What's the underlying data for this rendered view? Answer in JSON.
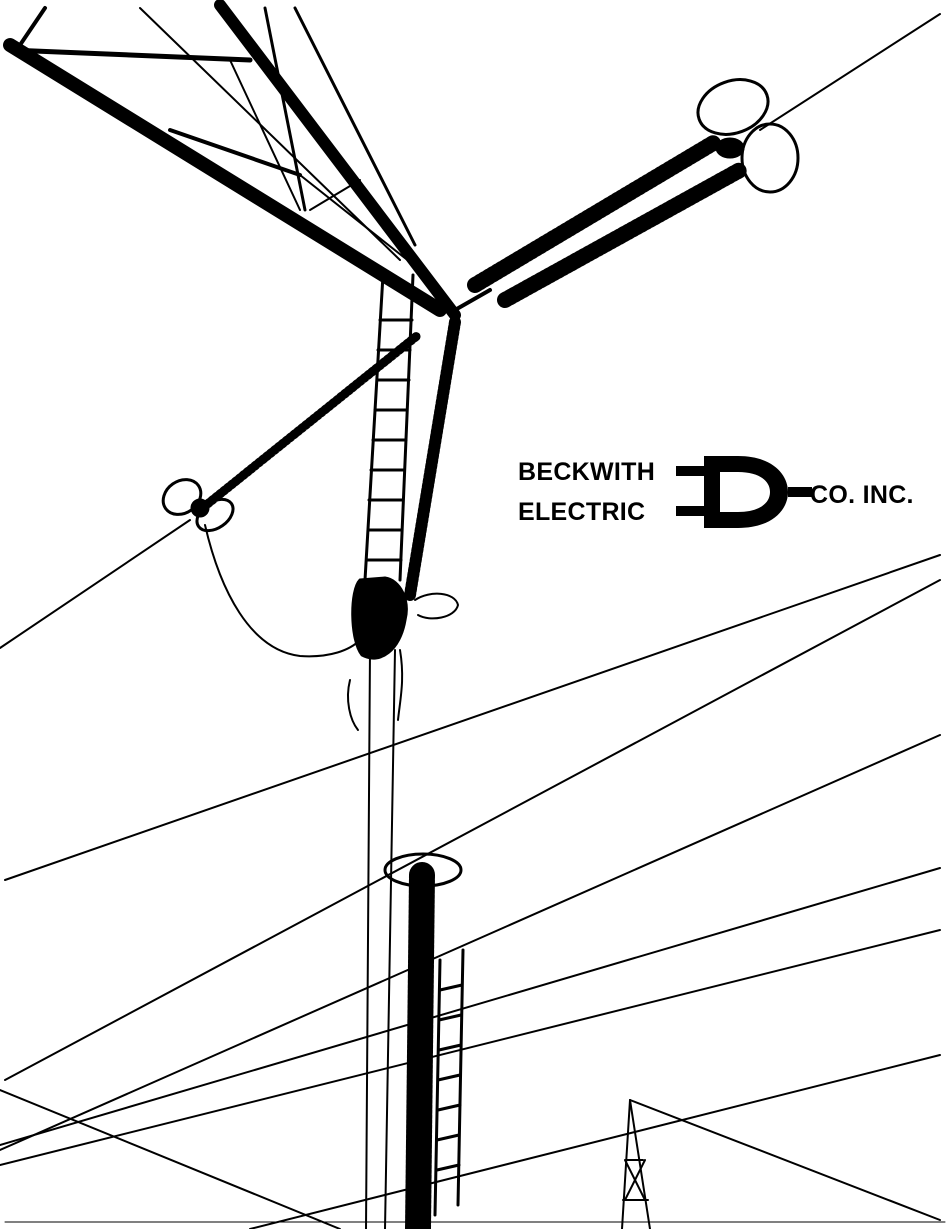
{
  "logo": {
    "line1": "BECKWITH",
    "line2": "ELECTRIC",
    "suffix": "CO. INC."
  },
  "colors": {
    "ink": "#000000",
    "paper": "#ffffff"
  }
}
